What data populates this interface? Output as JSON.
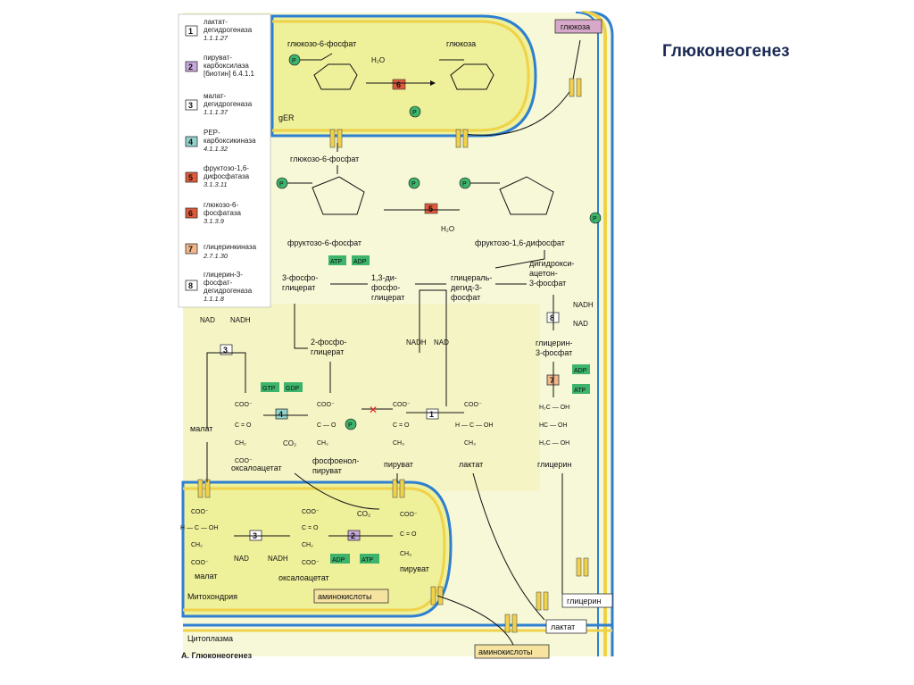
{
  "title": "Глюконеогенез",
  "caption": "А. Глюконеогенез",
  "legend": [
    {
      "num": "1",
      "name1": "лактат-",
      "name2": "дегидрогеназа",
      "code": "1.1.1.27",
      "color": "#ffffff"
    },
    {
      "num": "2",
      "name1": "пируват-",
      "name2": "карбоксилаза",
      "name3": "[биотин] 6.4.1.1",
      "code": "",
      "color": "#c9a8dc"
    },
    {
      "num": "3",
      "name1": "малат-",
      "name2": "дегидрогеназа",
      "code": "1.1.1.37",
      "color": "#ffffff"
    },
    {
      "num": "4",
      "name1": "PEP-",
      "name2": "карбоксикиназа",
      "code": "4.1.1.32",
      "color": "#8fd3c9"
    },
    {
      "num": "5",
      "name1": "фруктозо-1,6-",
      "name2": "дифосфатаза",
      "code": "3.1.3.11",
      "color": "#e0593a"
    },
    {
      "num": "6",
      "name1": "глюкозо-6-",
      "name2": "фосфатаза",
      "code": "3.1.3.9",
      "color": "#e0593a"
    },
    {
      "num": "7",
      "name1": "глицеринкиназа",
      "name2": "",
      "code": "2.7.1.30",
      "color": "#f2b58a"
    },
    {
      "num": "8",
      "name1": "глицерин-3-",
      "name2": "фосфат-",
      "name3": "дегидрогеназа",
      "code": "1.1.1.8",
      "color": "#ffffff"
    }
  ],
  "compartments": {
    "er": "gER",
    "mito": "Митохондрия",
    "cyto": "Цитоплазма"
  },
  "labels": {
    "g6p_er": "глюкозо-6-фосфат",
    "glucose_er": "глюкоза",
    "glucose_out": "глюкоза",
    "g6p": "глюкозо-6-фосфат",
    "f6p": "фруктозо-6-фосфат",
    "f16bp": "фруктозо-1,6-дифосфат",
    "pg3a": "3-фосфо-",
    "pg3b": "глицерат",
    "bpg_a": "1,3-ди-",
    "bpg_b": "фосфо-",
    "bpg_c": "глицерат",
    "gap_a": "глицераль-",
    "gap_b": "дегид-3-",
    "gap_c": "фосфат",
    "dhap_a": "дигидрокси-",
    "dhap_b": "ацетон-",
    "dhap_c": "3-фосфат",
    "g3p_a": "глицерин-",
    "g3p_b": "3-фосфат",
    "pg2a": "2-фосфо-",
    "pg2b": "глицерат",
    "malate": "малат",
    "oaa": "оксалоацетат",
    "pep_a": "фосфоенол-",
    "pep_b": "пируват",
    "pyruvate": "пируват",
    "lactate": "лактат",
    "glycerol": "глицерин",
    "m_malate": "малат",
    "m_oaa": "оксалоацетат",
    "m_pyruvate": "пируват",
    "aa_in": "аминокислоты",
    "aa_out": "аминокислоты",
    "lactate_box": "лактат",
    "glycerol_box": "глицерин",
    "h2o": "H₂O",
    "co2": "CO₂",
    "nad": "NAD",
    "nadh": "NADH",
    "atp": "ATP",
    "adp": "ADP",
    "gtp": "GTP",
    "gdp": "GDP",
    "p": "P"
  },
  "colors": {
    "cell": "#f7f8d8",
    "er": "#eef09a",
    "mito": "#eef09a",
    "membrane_blue": "#2f7fd1",
    "membrane_yellow": "#f0d24a",
    "green": "#3db36b",
    "legend_bg": "#ffffff"
  }
}
